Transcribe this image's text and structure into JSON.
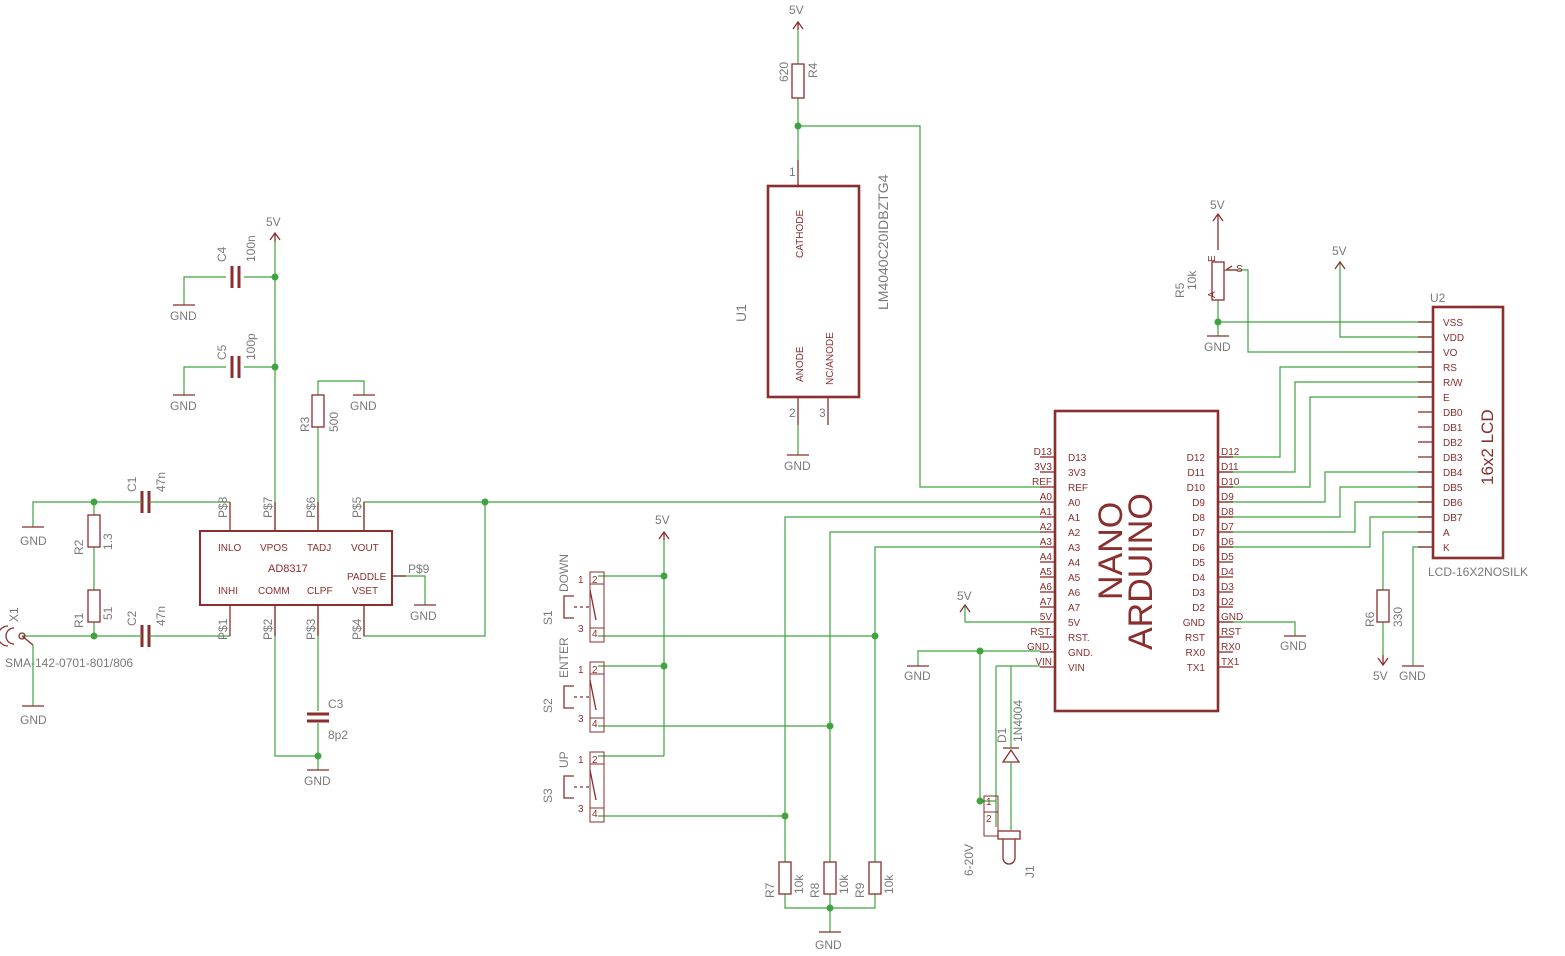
{
  "schematic": {
    "supply": "5V",
    "ground": "GND",
    "components": {
      "r1": {
        "ref": "R1",
        "value": "51"
      },
      "r2": {
        "ref": "R2",
        "value": "1.3"
      },
      "r3": {
        "ref": "R3",
        "value": "500"
      },
      "r4": {
        "ref": "R4",
        "value": "620"
      },
      "r5": {
        "ref": "R5",
        "value": "10k"
      },
      "r6": {
        "ref": "R6",
        "value": "330"
      },
      "r7": {
        "ref": "R7",
        "value": "10k"
      },
      "r8": {
        "ref": "R8",
        "value": "10k"
      },
      "r9": {
        "ref": "R9",
        "value": "10k"
      },
      "c1": {
        "ref": "C1",
        "value": "47n"
      },
      "c2": {
        "ref": "C2",
        "value": "47n"
      },
      "c3": {
        "ref": "C3",
        "value": "8p2"
      },
      "c4": {
        "ref": "C4",
        "value": "100n"
      },
      "c5": {
        "ref": "C5",
        "value": "100p"
      },
      "d1": {
        "ref": "D1",
        "value": "1N4004"
      },
      "j1": {
        "ref": "J1",
        "value": "6-20V"
      },
      "x1": {
        "ref": "X1",
        "value": "SMA-142-0701-801/806"
      },
      "s1": {
        "ref": "S1",
        "label": "DOWN"
      },
      "s2": {
        "ref": "S2",
        "label": "ENTER"
      },
      "s3": {
        "ref": "S3",
        "label": "UP"
      },
      "u1": {
        "ref": "U1",
        "value": "LM4040C20IDBZTG4",
        "pins": [
          "CATHODE",
          "ANODE",
          "NC/ANODE"
        ]
      },
      "u2": {
        "ref": "U2",
        "value": "LCD-16X2NOSILK",
        "title": "16x2 LCD"
      },
      "ad8317": {
        "value": "AD8317",
        "pins": [
          "INLO",
          "VPOS",
          "TADJ",
          "VOUT",
          "INHI",
          "COMM",
          "CLPF",
          "VSET",
          "PADDLE"
        ]
      },
      "nano": {
        "line1": "NANO",
        "line2": "ARDUINO"
      }
    },
    "nano_left_pins": [
      "D13",
      "3V3",
      "REF",
      "A0",
      "A1",
      "A2",
      "A3",
      "A4",
      "A5",
      "A6",
      "A7",
      "5V",
      "RST.",
      "GND.",
      "VIN"
    ],
    "nano_right_pins": [
      "D12",
      "D11",
      "D10",
      "D9",
      "D8",
      "D7",
      "D6",
      "D5",
      "D4",
      "D3",
      "D2",
      "GND",
      "RST",
      "RX0",
      "TX1"
    ],
    "lcd_pins": [
      "VSS",
      "VDD",
      "VO",
      "RS",
      "R/W",
      "E",
      "DB0",
      "DB1",
      "DB2",
      "DB3",
      "DB4",
      "DB5",
      "DB6",
      "DB7",
      "A",
      "K"
    ],
    "ad_pad_names": [
      "P$8",
      "P$7",
      "P$6",
      "P$5",
      "P$1",
      "P$2",
      "P$3",
      "P$4",
      "P$9"
    ],
    "pot_pins": [
      "E",
      "S",
      "A"
    ],
    "pin_numbers": [
      "1",
      "2",
      "3",
      "4"
    ]
  }
}
